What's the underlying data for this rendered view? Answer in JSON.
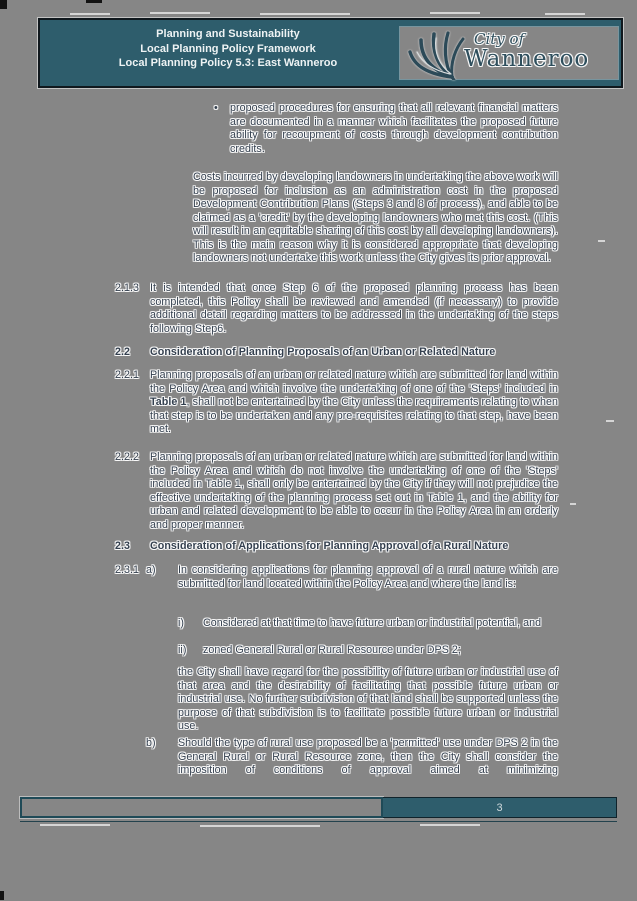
{
  "colors": {
    "page_bg": "#868686",
    "teal": "#2e5d6c",
    "text": "#333f4e"
  },
  "header": {
    "lines": [
      "Planning and Sustainability",
      "Local Planning Policy Framework",
      "Local Planning Policy 5.3: East Wanneroo"
    ],
    "logo": {
      "icon": "kangaroo-paw-icon",
      "city_of": "City of",
      "wanneroo": "Wanneroo"
    }
  },
  "body": {
    "bullet": {
      "marker": "•",
      "text": "proposed procedures for ensuring that all relevant financial matters are documented in a manner which facilitates the proposed future ability for recoupment of costs through development contribution credits."
    },
    "costs": "Costs incurred by developing landowners in undertaking the above work will be proposed for inclusion as an administration cost in the proposed Development Contribution Plans (Steps 3 and 8 of process), and able to be claimed as a 'credit' by the developing landowners who met this cost. (This will result in an equitable sharing of this cost by all developing landowners). This is the main reason why it is considered appropriate that developing landowners not undertake this work unless the City gives its prior approval.",
    "s213": {
      "number": "2.1.3",
      "text": "It is intended that once Step 6 of the proposed planning process has been completed, this Policy shall be reviewed and amended (if necessary) to provide additional detail regarding matters to be addressed in the undertaking of the steps following Step6."
    },
    "s22": {
      "number": "2.2",
      "title": "Consideration of Planning Proposals of an Urban or Related Nature"
    },
    "s221": {
      "number": "2.2.1",
      "text_before": "Planning proposals of an urban or related nature which are submitted for land within the Policy Area and which involve the undertaking of one of the 'Steps' included in ",
      "bold": "Table 1",
      "text_after": ", shall not be entertained by the City unless the requirements relating to when that step is to be undertaken and any pre-requisites relating to that step, have been met."
    },
    "s222": {
      "number": "2.2.2",
      "text": "Planning proposals of an urban or related nature which are submitted for land within the Policy Area and which do not involve the undertaking of one of the 'Steps' included in Table 1, shall only be entertained by the City if they will not prejudice the effective undertaking of the planning process set out in Table 1, and the ability for urban and related development to be able to occur in the Policy Area in an orderly and proper manner."
    },
    "s23": {
      "number": "2.3",
      "title": "Consideration of Applications for Planning Approval of a Rural Nature"
    },
    "s231": {
      "number": "2.3.1",
      "a_label": "a)",
      "a_text": "In considering applications for planning approval of a rural nature which are submitted for land located within the Policy Area and where the land is:",
      "points": [
        {
          "label": "i)",
          "text": "Considered at that time to have future urban or industrial potential, and"
        },
        {
          "label": "ii)",
          "text": "zoned General Rural or Rural Resource under DPS 2;"
        }
      ],
      "conclusion": "the City shall have regard for the possibility of future urban or industrial use of that area and the desirability of facilitating that possible future urban or industrial use.  No further subdivision of that land shall be supported unless the purpose of that subdivision is to facilitate possible future urban or industrial use.",
      "b_label": "b)",
      "b_text": "Should the type of rural use proposed be a 'permitted' use under DPS 2 in the General Rural or Rural Resource zone, then the City shall consider the imposition of conditions of approval aimed at minimizing"
    }
  },
  "footer": {
    "page_number": "3"
  }
}
